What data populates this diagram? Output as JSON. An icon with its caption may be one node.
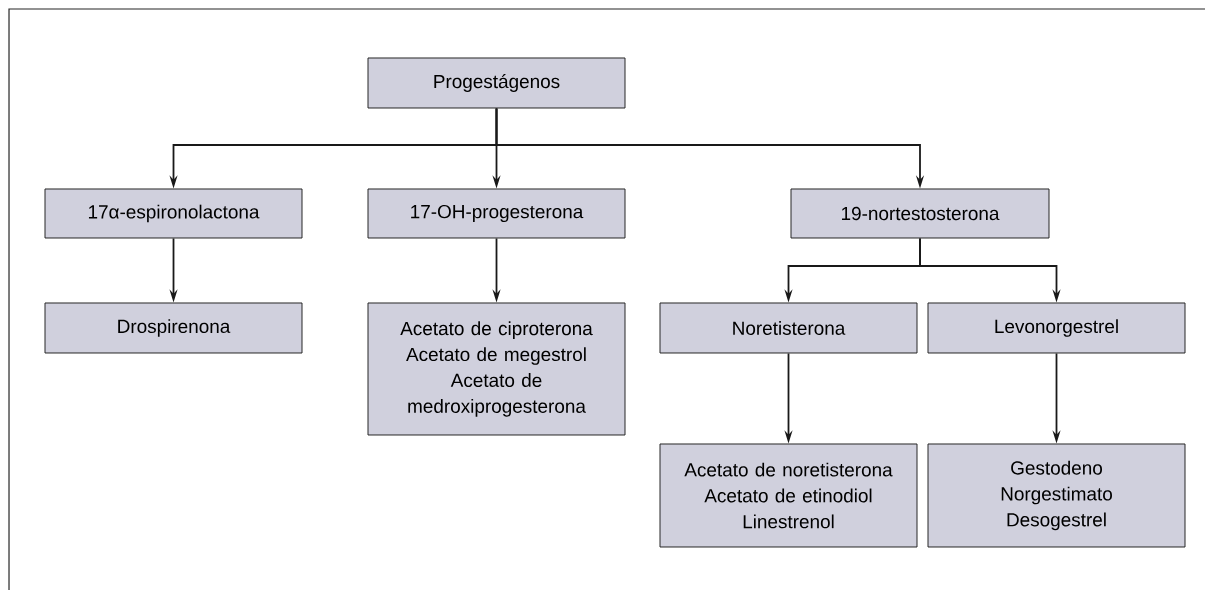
{
  "diagram": {
    "nodes": [
      {
        "text": [
          "Progestágenos"
        ]
      },
      {
        "text": [
          "17α-espironolactona"
        ]
      },
      {
        "text": [
          "17-OH-progesterona"
        ]
      },
      {
        "text": [
          "19-nortestosterona"
        ]
      },
      {
        "text": [
          "Drospirenona"
        ]
      },
      {
        "text": [
          "Acetato de ciproterona",
          "Acetato de megestrol",
          "Acetato de medroxiprogesterona"
        ]
      },
      {
        "text": [
          "Noretisterona"
        ]
      },
      {
        "text": [
          "Levonorgestrel"
        ]
      },
      {
        "text": [
          "Acetato de noretisterona",
          "Acetato de etinodiol",
          "Linestrenol"
        ]
      },
      {
        "text": [
          "Gestodeno",
          "Norgestimato",
          "Desogestrel"
        ]
      }
    ],
    "edges": [
      {
        "from": 0,
        "to": 1,
        "arrow": "to"
      },
      {
        "from": 0,
        "to": 2,
        "arrow": "to"
      },
      {
        "from": 0,
        "to": 3,
        "arrow": "to"
      },
      {
        "from": 1,
        "to": 4,
        "arrow": "to"
      },
      {
        "from": 2,
        "to": 5,
        "arrow": "to"
      },
      {
        "from": 3,
        "to": 6,
        "arrow": "to"
      },
      {
        "from": 3,
        "to": 7,
        "arrow": "to"
      },
      {
        "from": 6,
        "to": 8,
        "arrow": "to"
      },
      {
        "from": 7,
        "to": 9,
        "arrow": "to"
      }
    ]
  }
}
